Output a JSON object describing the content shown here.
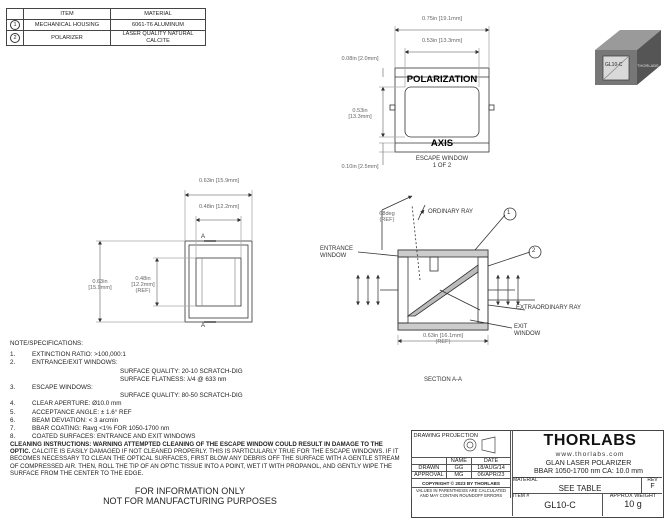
{
  "parts_table": {
    "headers": [
      "ITEM",
      "MATERIAL"
    ],
    "rows": [
      {
        "num": "1",
        "item": "MECHANICAL HOUSING",
        "material": "6061-T6 ALUMINUM"
      },
      {
        "num": "2",
        "item": "POLARIZER",
        "material": "LASER QUALITY NATURAL CALCITE"
      }
    ]
  },
  "top_view": {
    "dim_width": "0.75in [19.1mm]",
    "dim_inner": "0.53in [13.3mm]",
    "dim_top": "0.08in [2.0mm]",
    "dim_side": "0.53in [13.3mm]",
    "dim_bottom": "0.10in [2.5mm]",
    "label_top": "POLARIZATION",
    "label_bottom": "AXIS",
    "caption_1": "ESCAPE WINDOW",
    "caption_2": "1 OF 2"
  },
  "front_view": {
    "dim_width": "0.63in [15.9mm]",
    "dim_inner": "0.48in [12.2mm]",
    "dim_height": "0.63in [15.9mm]",
    "dim_inner_h": "0.48in [12.2mm] (REF)",
    "section_mark": "A"
  },
  "section_view": {
    "angle": "68deg (REF)",
    "ordinary_ray": "ORDINARY RAY",
    "entrance": "ENTRANCE WINDOW",
    "extraordinary": "EXTRAORDINARY RAY",
    "exit": "EXIT WINDOW",
    "dim_len": "0.63in [16.1mm] (REF)",
    "caption": "SECTION A-A",
    "balloon_1": "1",
    "balloon_2": "2"
  },
  "notes": {
    "heading": "NOTE/SPECIFICATIONS:",
    "lines": [
      {
        "n": "1.",
        "text": "EXTINCTION RATIO: >100,000:1",
        "indent": false
      },
      {
        "n": "2.",
        "text": "ENTRANCE/EXIT WINDOWS:",
        "indent": false
      },
      {
        "n": "",
        "text": "SURFACE QUALITY: 20-10 SCRATCH-DIG",
        "indent": true
      },
      {
        "n": "",
        "text": "SURFACE FLATNESS: λ/4 @ 633 nm",
        "indent": true
      },
      {
        "n": "3.",
        "text": "ESCAPE WINDOWS:",
        "indent": false
      },
      {
        "n": "",
        "text": "SURFACE QUALITY: 80-50 SCRATCH-DIG",
        "indent": true
      },
      {
        "n": "4.",
        "text": "CLEAR APERTURE: Ø10.0 mm",
        "indent": false
      },
      {
        "n": "5.",
        "text": "ACCEPTANCE ANGLE: ± 1.6° REF",
        "indent": false
      },
      {
        "n": "6.",
        "text": "BEAM DEVIATION: < 3 arcmin",
        "indent": false
      },
      {
        "n": "7.",
        "text": "BBAR COATING: Ravg <1% FOR 1050-1700 nm",
        "indent": false
      },
      {
        "n": "8.",
        "text": "COATED SURFACES: ENTRANCE AND EXIT WINDOWS",
        "indent": false
      }
    ]
  },
  "cleaning": {
    "bold": "CLEANING INSTRUCTIONS: WARNING ATTEMPTED CLEANING OF THE ESCAPE WINDOW COULD RESULT IN DAMAGE TO THE OPTIC.",
    "text": "CALCITE IS EASILY DAMAGED IF NOT CLEANED PROPERLY. THIS IS PARTICULARLY TRUE FOR THE ESCAPE WINDOWS. IF IT BECOMES NECESSARY TO CLEAN THE OPTICAL SURFACES, FIRST BLOW ANY DEBRIS OFF THE SURFACE WITH A GENTLE STREAM OF COMPRESSED AIR. THEN, ROLL THE TIP OF AN OPTIC TISSUE INTO A POINT, WET IT WITH PROPANOL, AND GENTLY WIPE THE SURFACE FROM THE CENTER TO THE EDGE."
  },
  "disclaimer": {
    "line1": "FOR INFORMATION ONLY",
    "line2": "NOT FOR MANUFACTURING PURPOSES"
  },
  "title_block": {
    "projection_label": "DRAWING PROJECTION",
    "col_name": "NAME",
    "col_date": "DATE",
    "drawn_label": "DRAWN",
    "drawn_name": "GG",
    "drawn_date": "18/AUG/14",
    "approval_label": "APPROVAL",
    "approval_name": "MG",
    "approval_date": "06/APR/23",
    "copyright": "COPYRIGHT © 2023 BY THORLABS",
    "disclaimer": "VALUES IN PARENTHESIS ARE CALCULATED AND MAY CONTAIN ROUNDOFF ERRORS",
    "logo": "THORLABS",
    "website": "www.thorlabs.com",
    "title1": "GLAN LASER POLARIZER",
    "title2": "BBAR 1050-1700 nm CA: 10.0 mm",
    "material_label": "MATERIAL",
    "material_value": "SEE TABLE",
    "rev_label": "REV",
    "rev_value": "F",
    "item_label": "ITEM #",
    "item_value": "GL10-C",
    "weight_label": "APPROX WEIGHT",
    "weight_value": "10 g"
  },
  "product_image": {
    "front_text": "GL10-C",
    "side_text": "THORLABS"
  }
}
